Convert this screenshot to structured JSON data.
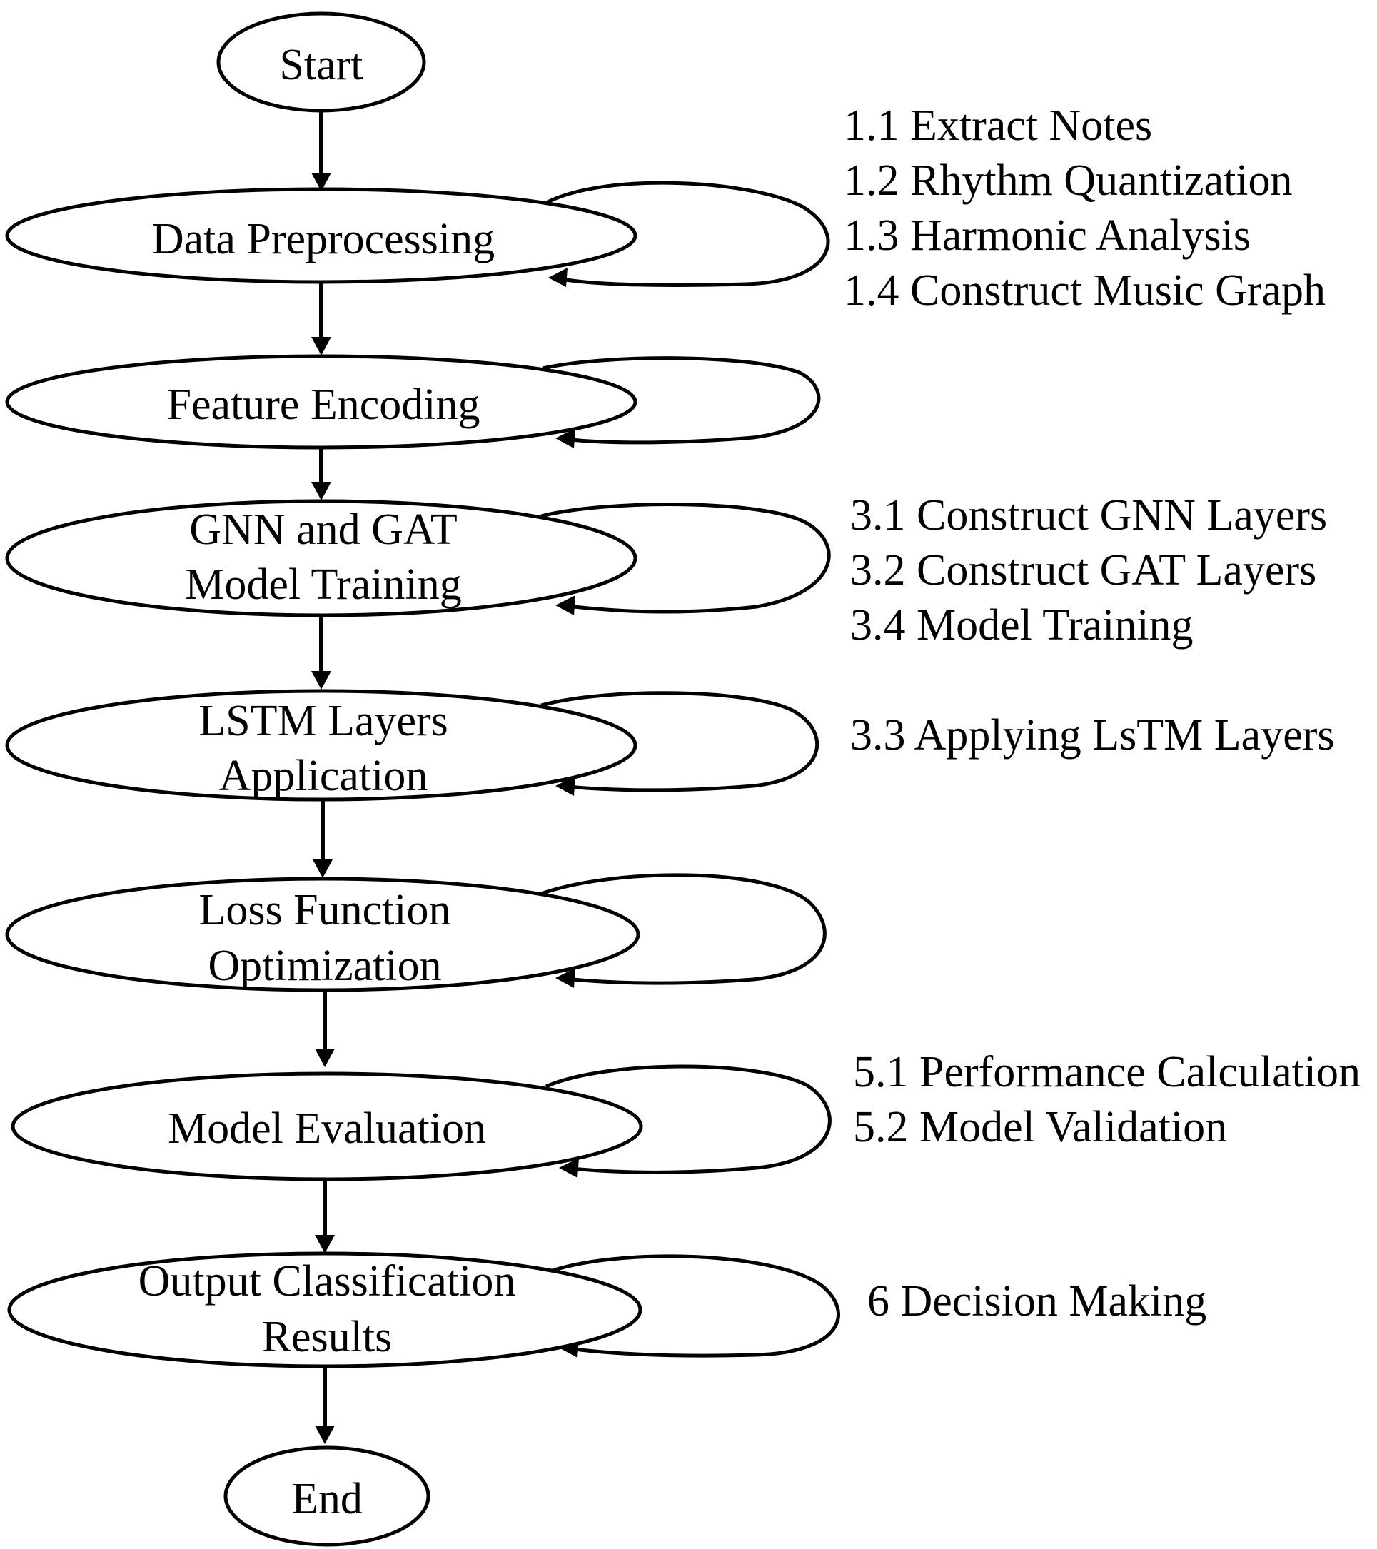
{
  "nodes": {
    "start": "Start",
    "preprocess": "Data Preprocessing",
    "encode": "Feature Encoding",
    "gnn_line1": "GNN and GAT",
    "gnn_line2": "Model Training",
    "lstm_line1": "LSTM Layers",
    "lstm_line2": "Application",
    "loss_line1": "Loss Function",
    "loss_line2": "Optimization",
    "eval": "Model Evaluation",
    "output_line1": "Output Classification",
    "output_line2": "Results",
    "end": "End"
  },
  "substeps": {
    "preprocess": [
      "1.1 Extract Notes",
      "1.2 Rhythm Quantization",
      "1.3 Harmonic Analysis",
      "1.4 Construct Music Graph"
    ],
    "gnn": [
      "3.1 Construct GNN Layers",
      "3.2 Construct GAT Layers",
      "3.4 Model Training"
    ],
    "lstm": [
      "3.3 Applying LsTM Layers"
    ],
    "eval": [
      "5.1 Performance Calculation",
      "5.2 Model Validation"
    ],
    "output": [
      "6 Decision Making"
    ]
  }
}
